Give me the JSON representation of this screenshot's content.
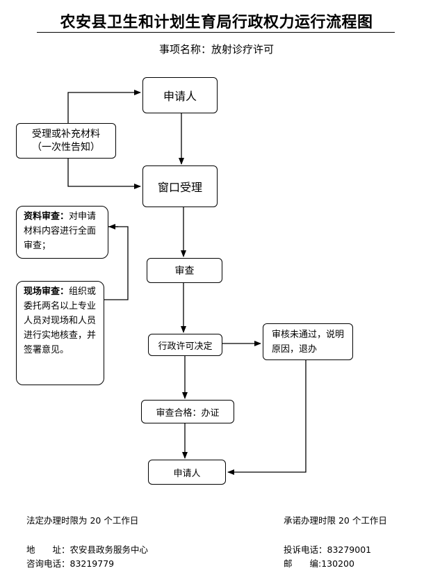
{
  "header": {
    "title": "农安县卫生和计划生育局行政权力运行流程图",
    "subtitle": "事项名称：放射诊疗许可"
  },
  "nodes": {
    "applicant_top": "申请人",
    "accept_supplement_line1": "受理或补充材料",
    "accept_supplement_line2": "（一次性告知）",
    "window_accept": "窗口受理",
    "doc_review_title": "资料审查：",
    "doc_review_text": "对申请材料内容进行全面审查；",
    "site_review_title": "现场审查：",
    "site_review_text": "组织或委托两名以上专业人员对现场和人员进行实地核查，并签署意见。",
    "review": "审查",
    "decision": "行政许可决定",
    "reject": "审核未通过，说明原因，退办",
    "approve": "审查合格：办证",
    "applicant_bottom": "申请人"
  },
  "footer": {
    "legal_time": "法定办理时限为 20 个工作日",
    "promise_time": "承诺办理时限 20 个工作日",
    "address": "地　　址：农安县政务服务中心",
    "complaint_phone": "投诉电话：83279001",
    "consult_phone": "咨询电话：83219779",
    "postcode": "邮　　编:130200"
  }
}
